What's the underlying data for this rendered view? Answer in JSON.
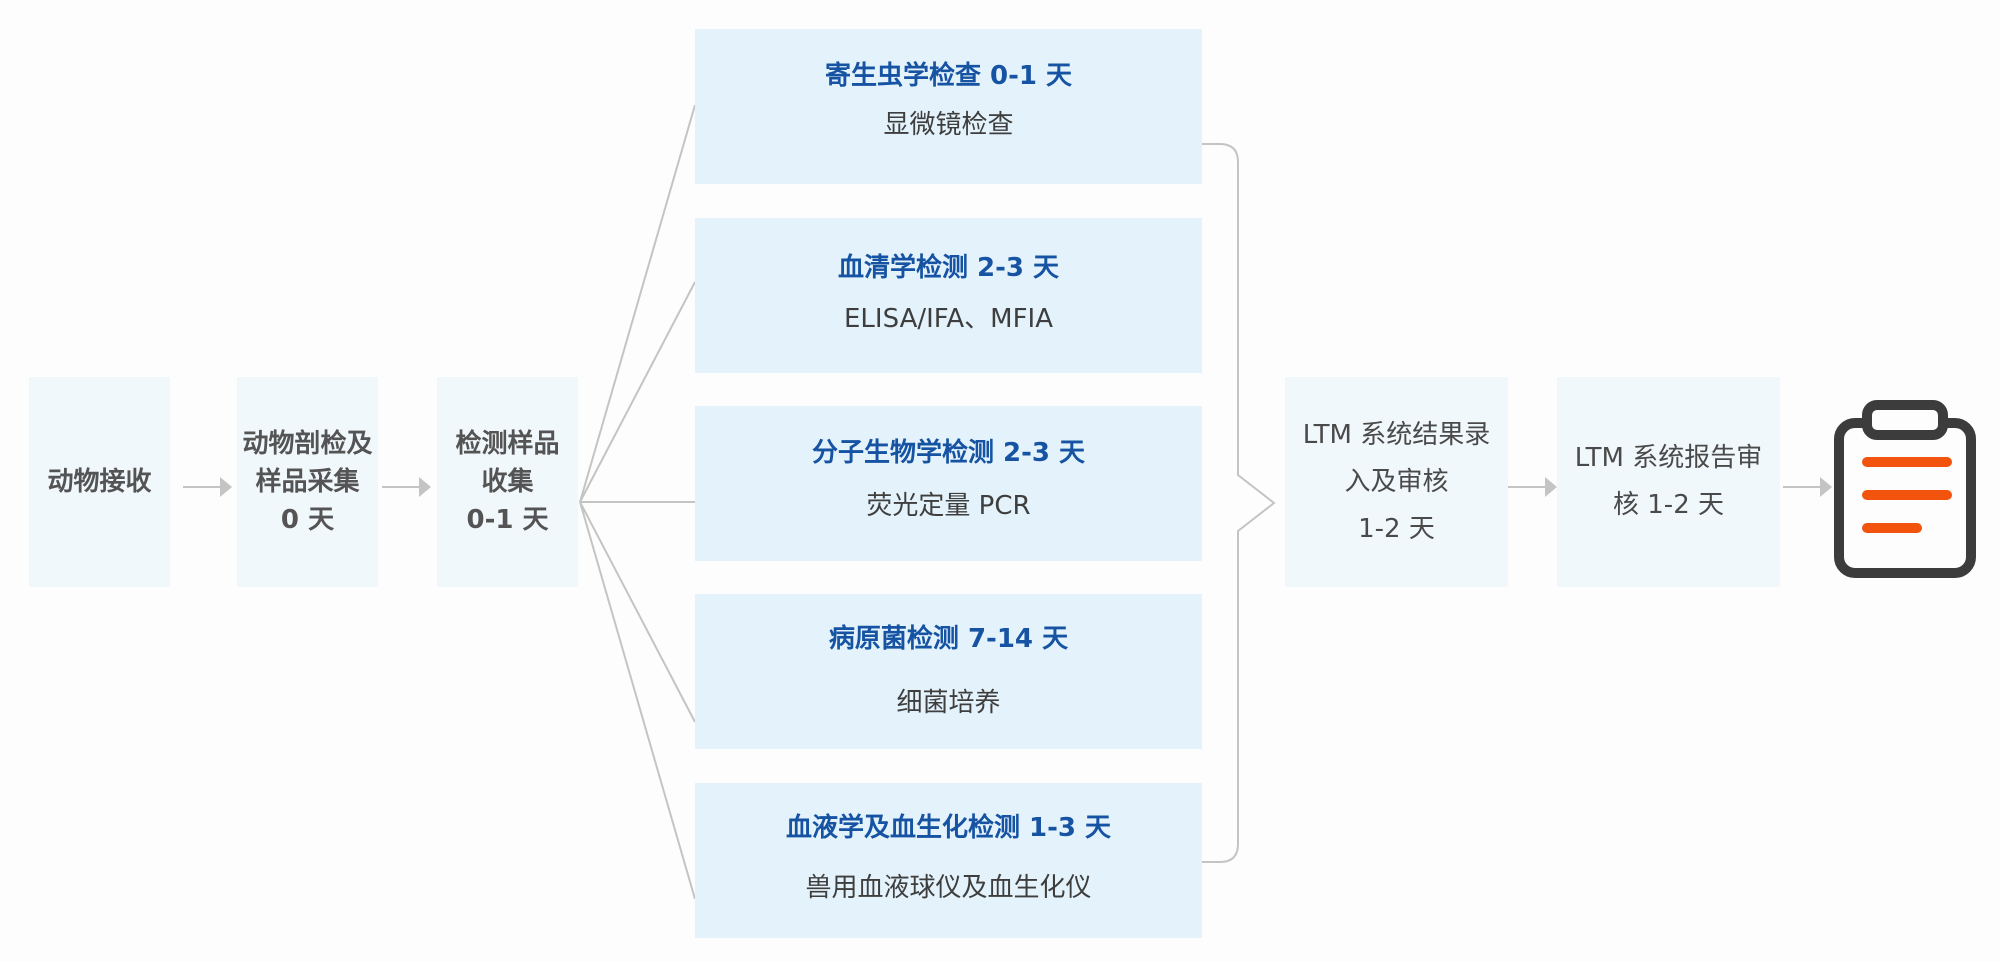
{
  "steps": {
    "receive": "动物接收",
    "dissect": [
      "动物剖检及",
      "样品采集",
      "0 天"
    ],
    "collect": [
      "检测样品",
      "收集",
      "0-1 天"
    ],
    "ltm_entry": [
      "LTM 系统结果录",
      "入及审核",
      "1-2 天"
    ],
    "ltm_report": [
      "LTM 系统报告审",
      "核 1-2 天"
    ]
  },
  "tests": [
    {
      "title": "寄生虫学检查 0-1 天",
      "method": "显微镜检查"
    },
    {
      "title": "血清学检测 2-3 天",
      "method": "ELISA/IFA、MFIA"
    },
    {
      "title": "分子生物学检测 2-3 天",
      "method": "荧光定量 PCR"
    },
    {
      "title": "病原菌检测 7-14 天",
      "method": "细菌培养"
    },
    {
      "title": "血液学及血生化检测 1-3 天",
      "method": "兽用血液球仪及血生化仪"
    }
  ],
  "colors": {
    "step_bg": "#f1f8fc",
    "test_bg": "#e4f3fb",
    "test_title": "#1653a3",
    "connector": "#c4c4c4",
    "icon_frame": "#3c3c3c",
    "icon_lines": "#f2530d"
  },
  "icons": {
    "report": "clipboard-report-icon"
  }
}
